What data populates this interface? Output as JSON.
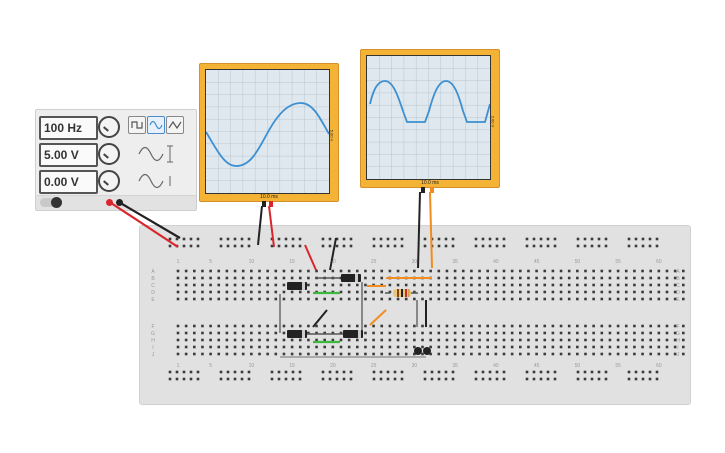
{
  "function_generator": {
    "frequency": "100 Hz",
    "amplitude": "5.00 V",
    "dc_offset": "0.00 V"
  },
  "scope_1": {
    "time_per_div": "10.0 ms",
    "volts_per_div": "5.00 V"
  },
  "scope_2": {
    "time_per_div": "10.0 ms",
    "volts_per_div": "2.00 V"
  },
  "breadboard": {
    "column_numbers": [
      "1",
      "5",
      "10",
      "15",
      "20",
      "25",
      "30",
      "35",
      "40",
      "45",
      "50",
      "55",
      "60"
    ],
    "row_letters_top": [
      "A",
      "B",
      "C",
      "D",
      "E"
    ],
    "row_letters_bottom": [
      "F",
      "G",
      "H",
      "I",
      "J"
    ]
  },
  "colors": {
    "scope_frame": "#f5b335",
    "trace": "#3d8fd1",
    "wire_red": "#d9262d",
    "wire_black": "#222222",
    "wire_orange": "#f28c1e",
    "wire_green": "#3cb83c"
  }
}
